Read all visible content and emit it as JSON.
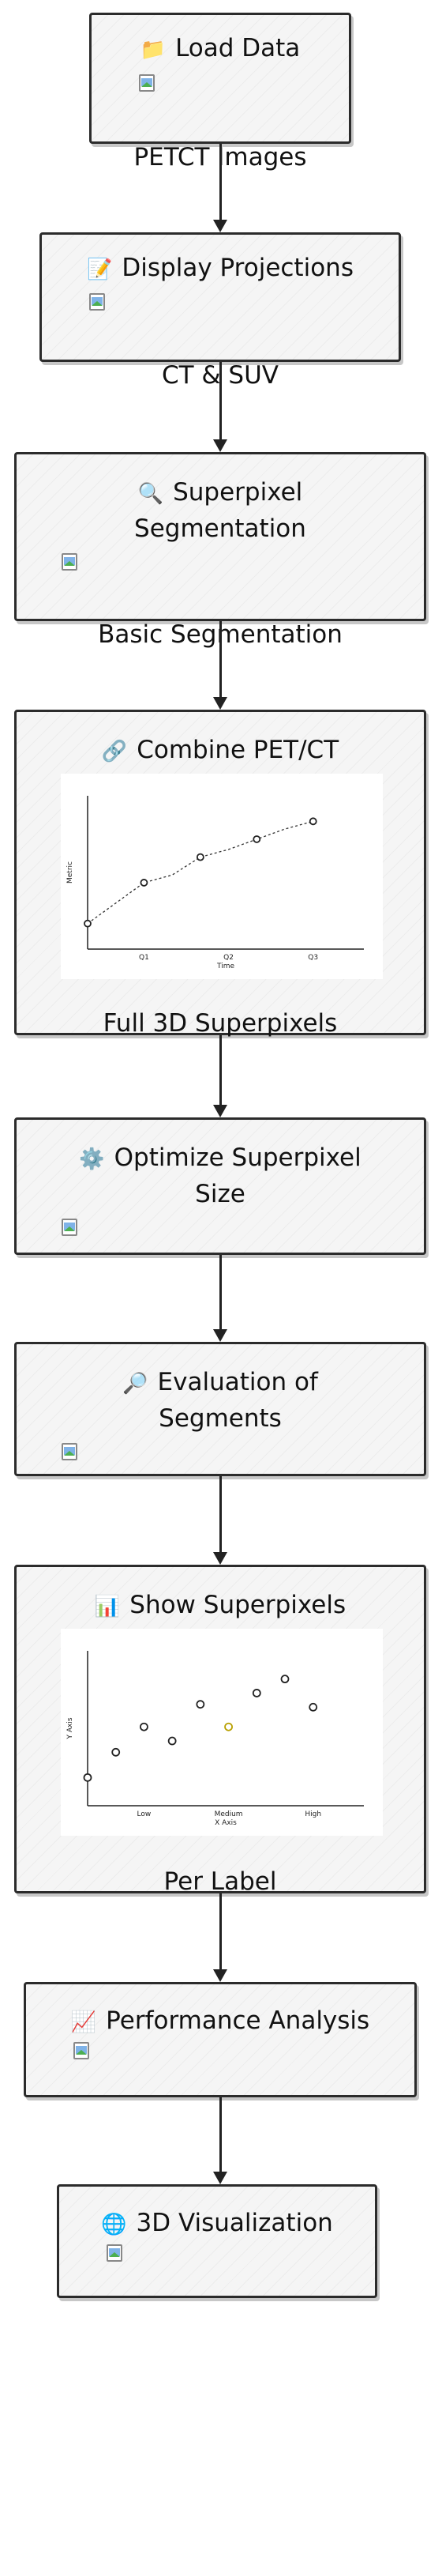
{
  "nodes": [
    {
      "title": "Load Data",
      "icon": "folder-icon",
      "glyph": "📁",
      "subtitle": "PETCT Images"
    },
    {
      "title": "Display Projections",
      "icon": "memo-icon",
      "glyph": "📝",
      "subtitle": "CT & SUV"
    },
    {
      "title": "Superpixel",
      "title2": "Segmentation",
      "icon": "magnifier-icon",
      "glyph": "🔍",
      "subtitle": "Basic Segmentation"
    },
    {
      "title": "Combine PET/CT",
      "icon": "link-icon",
      "glyph": "🔗",
      "subtitle": "Full 3D Superpixels"
    },
    {
      "title": "Optimize Superpixel",
      "title2": "Size",
      "icon": "gear-icon",
      "glyph": "⚙️"
    },
    {
      "title": "Evaluation of",
      "title2": "Segments",
      "icon": "magnifier-right-icon",
      "glyph": "🔎"
    },
    {
      "title": "Show Superpixels",
      "icon": "bar-chart-icon",
      "glyph": "📊",
      "subtitle": "Per Label"
    },
    {
      "title": "Performance Analysis",
      "icon": "chart-increasing-icon",
      "glyph": "📈"
    },
    {
      "title": "3D Visualization",
      "icon": "globe-icon",
      "glyph": "🌐"
    }
  ],
  "chart_data": [
    {
      "type": "line",
      "categories": [
        "Q1",
        "Q2",
        "Q3"
      ],
      "x": [
        0,
        0.5,
        1,
        1.5,
        2,
        2.5,
        3,
        3.5,
        4
      ],
      "values": [
        1.0,
        1.8,
        2.6,
        2.9,
        3.6,
        3.9,
        4.3,
        4.7,
        5.0
      ],
      "xlabel": "Time",
      "ylabel": "Metric",
      "tick_x": [
        1,
        2.5,
        4
      ],
      "tick_labels": [
        "Q1",
        "Q2",
        "Q3"
      ],
      "xlim": [
        0,
        4.9
      ],
      "ylim": [
        0,
        6
      ],
      "grid": false,
      "line_style": "dashed"
    },
    {
      "type": "scatter",
      "categories": [
        "Low",
        "Medium",
        "High"
      ],
      "x": [
        0,
        0.5,
        1,
        1.5,
        2,
        2.5,
        3,
        3.5,
        4
      ],
      "values": [
        1.0,
        1.9,
        2.8,
        2.3,
        3.6,
        2.8,
        4.0,
        4.5,
        3.5
      ],
      "highlight_index": 5,
      "highlight_color": "#b8a000",
      "xlabel": "X Axis",
      "ylabel": "Y Axis",
      "tick_x": [
        1,
        2.5,
        4
      ],
      "tick_labels": [
        "Low",
        "Medium",
        "High"
      ],
      "xlim": [
        0,
        4.9
      ],
      "ylim": [
        0,
        5.5
      ],
      "grid": false
    }
  ]
}
